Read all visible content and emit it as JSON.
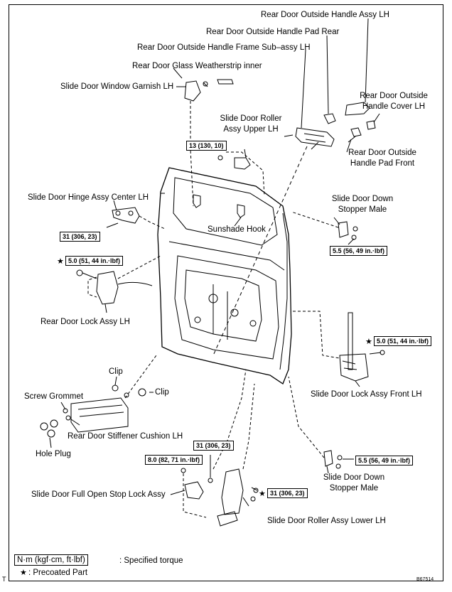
{
  "labels": {
    "outside_handle_assy": "Rear Door Outside Handle Assy LH",
    "outside_handle_pad_rear": "Rear Door Outside Handle Pad Rear",
    "outside_handle_frame": "Rear Door Outside Handle Frame Sub–assy LH",
    "glass_weatherstrip": "Rear Door Glass Weatherstrip inner",
    "window_garnish": "Slide Door Window Garnish LH",
    "handle_cover_1": "Rear Door Outside",
    "handle_cover_2": "Handle Cover LH",
    "roller_upper_1": "Slide Door Roller",
    "roller_upper_2": "Assy Upper LH",
    "pad_front_1": "Rear Door Outside",
    "pad_front_2": "Handle Pad Front",
    "hinge_center": "Slide Door Hinge Assy Center LH",
    "down_stopper_upper_1": "Slide Door Down",
    "down_stopper_upper_2": "Stopper Male",
    "sunshade_hook": "Sunshade Hook",
    "lock_assy": "Rear Door Lock Assy LH",
    "lock_assy_front": "Slide Door Lock Assy Front LH",
    "clip_1": "Clip",
    "clip_2": "Clip",
    "screw_grommet": "Screw Grommet",
    "stiffener_cushion": "Rear Door Stiffener Cushion LH",
    "hole_plug": "Hole Plug",
    "down_stopper_lower_1": "Slide Door Down",
    "down_stopper_lower_2": "Stopper Male",
    "full_open_stop": "Slide Door Full Open Stop Lock Assy",
    "roller_lower": "Slide Door Roller Assy Lower LH"
  },
  "torques": {
    "t_13": "13 (130, 10)",
    "t_31_hinge": "31 (306, 23)",
    "t_5_lock": "5.0 (51, 44 in.·lbf)",
    "t_55_upper": "5.5 (56, 49 in.·lbf)",
    "t_5_front": "5.0 (51, 44 in.·lbf)",
    "t_31_lower": "31 (306, 23)",
    "t_8": "8.0 (82, 71 in.·lbf)",
    "t_55_lower": "5.5 (56, 49 in.·lbf)",
    "t_31_roller": "31 (306, 23)"
  },
  "legend": {
    "unit_box": "N·m (kgf·cm, ft·lbf)",
    "unit_text": ": Specified torque",
    "star": "★",
    "star_text": ": Precoated Part"
  },
  "marks": {
    "star_symbol": "★",
    "corner_t": "T",
    "figure_code": "B67514"
  }
}
